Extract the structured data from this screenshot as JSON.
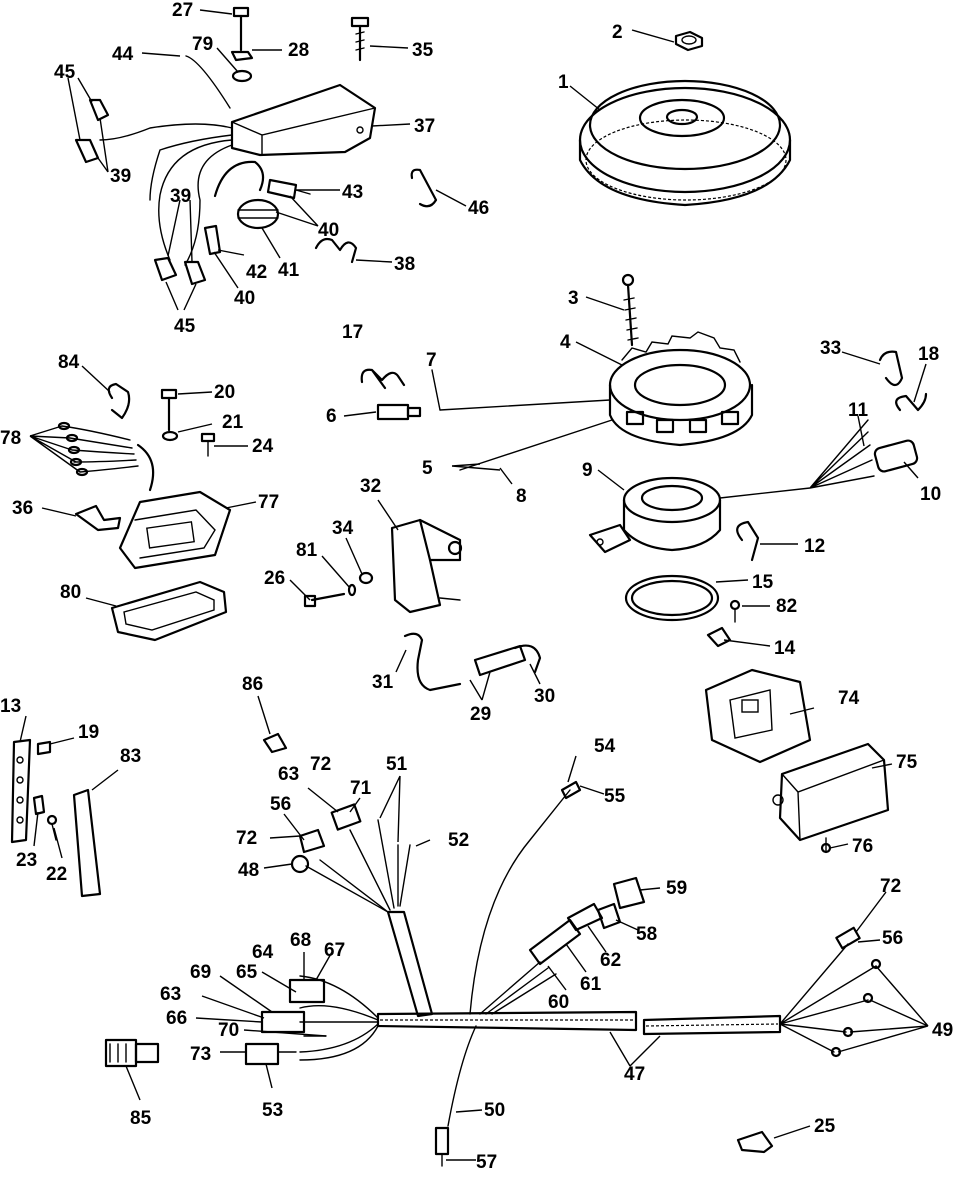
{
  "callouts": {
    "c1": "1",
    "c2": "2",
    "c3": "3",
    "c4": "4",
    "c5": "5",
    "c6": "6",
    "c7": "7",
    "c8": "8",
    "c9": "9",
    "c10": "10",
    "c11": "11",
    "c12": "12",
    "c13": "13",
    "c14": "14",
    "c15": "15",
    "c17": "17",
    "c18": "18",
    "c19": "19",
    "c20": "20",
    "c21": "21",
    "c22": "22",
    "c23": "23",
    "c24": "24",
    "c25": "25",
    "c26": "26",
    "c27": "27",
    "c28": "28",
    "c29": "29",
    "c30": "30",
    "c31": "31",
    "c32": "32",
    "c33": "33",
    "c34": "34",
    "c35": "35",
    "c36": "36",
    "c37": "37",
    "c38": "38",
    "c39a": "39",
    "c39b": "39",
    "c40a": "40",
    "c40b": "40",
    "c41": "41",
    "c42": "42",
    "c43": "43",
    "c44": "44",
    "c45a": "45",
    "c45b": "45",
    "c46": "46",
    "c47": "47",
    "c48": "48",
    "c49": "49",
    "c50": "50",
    "c51": "51",
    "c52": "52",
    "c53": "53",
    "c54": "54",
    "c55": "55",
    "c56a": "56",
    "c56b": "56",
    "c57": "57",
    "c58": "58",
    "c59": "59",
    "c60": "60",
    "c61": "61",
    "c62": "62",
    "c63a": "63",
    "c63b": "63",
    "c64": "64",
    "c65": "65",
    "c66": "66",
    "c67": "67",
    "c68": "68",
    "c69": "69",
    "c70": "70",
    "c71": "71",
    "c72a": "72",
    "c72b": "72",
    "c72c": "72",
    "c73": "73",
    "c74": "74",
    "c75": "75",
    "c76": "76",
    "c77": "77",
    "c78": "78",
    "c79": "79",
    "c80": "80",
    "c81": "81",
    "c82": "82",
    "c83": "83",
    "c84": "84",
    "c85": "85",
    "c86": "86"
  }
}
